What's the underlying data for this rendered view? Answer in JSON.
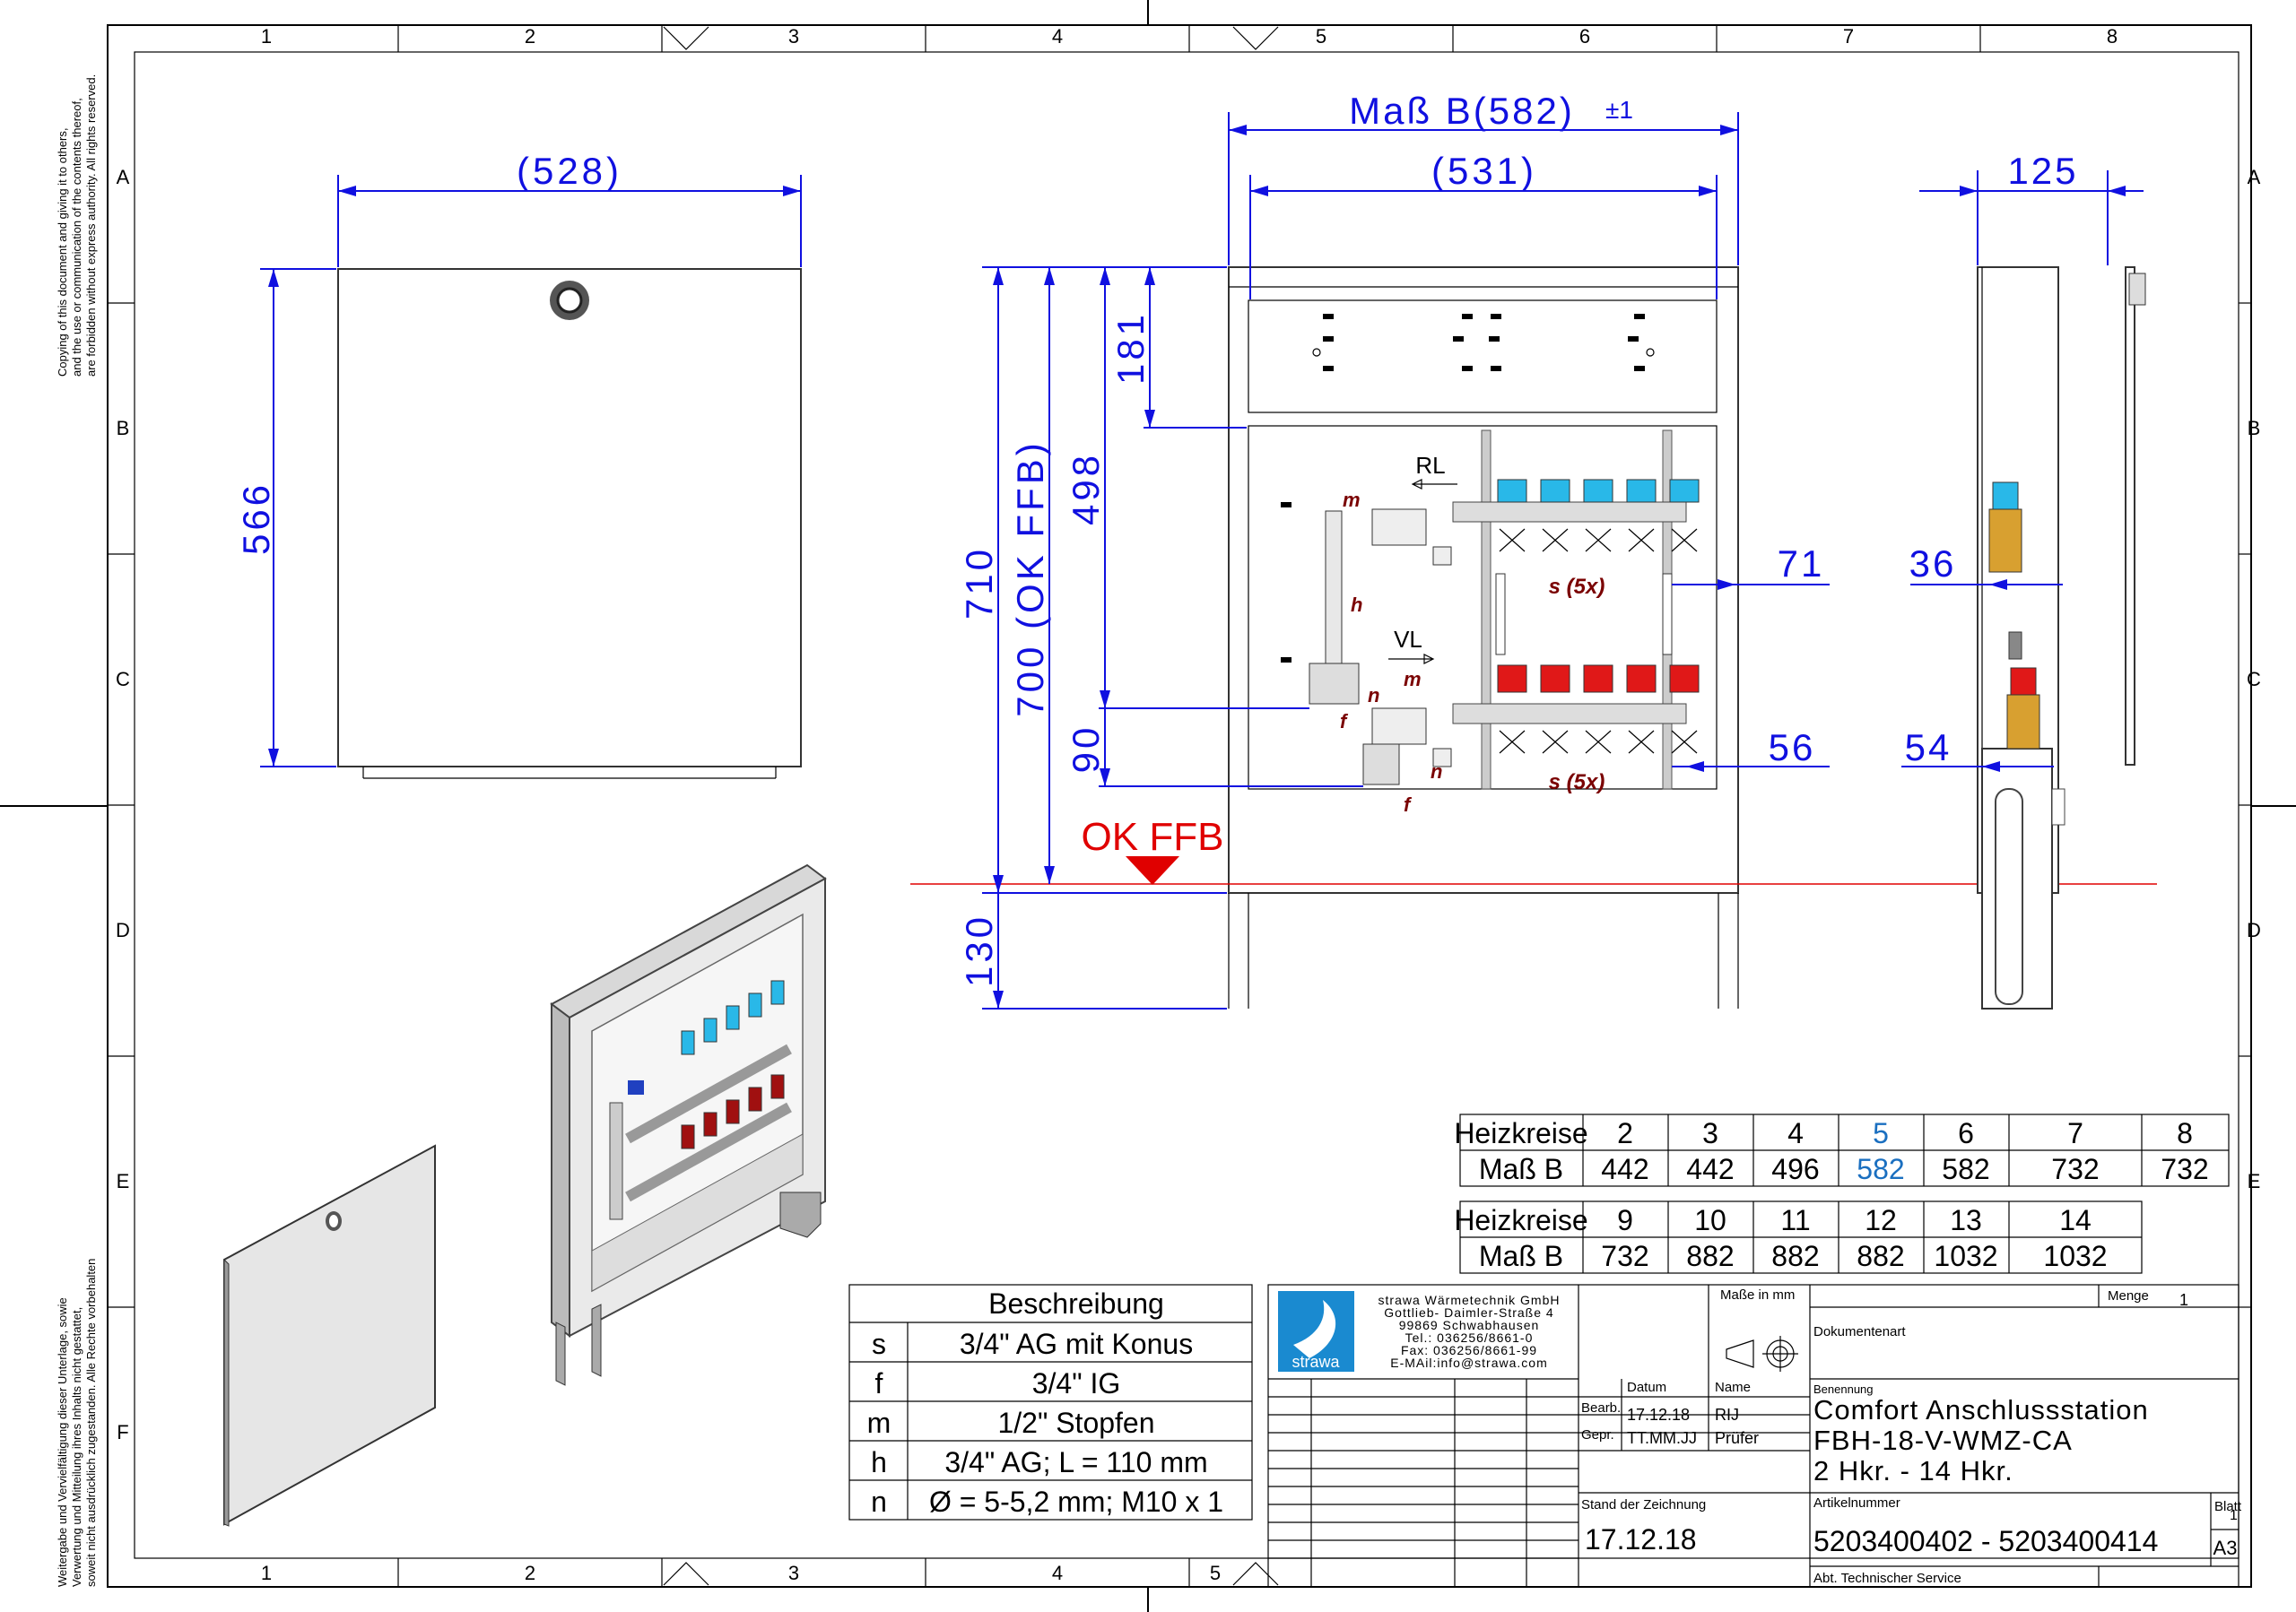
{
  "grid": {
    "cols": [
      "1",
      "2",
      "3",
      "4",
      "5",
      "6",
      "7",
      "8"
    ],
    "rows": [
      "A",
      "B",
      "C",
      "D",
      "E",
      "F"
    ]
  },
  "copyright_left_top": [
    "Copying of this document and giving it to others,",
    "and the use or communication of the contents thereof,",
    "are forbidden without express authority. All rights reserved."
  ],
  "copyright_left_bottom": [
    "Weitergabe und Vervielfältigung dieser Unterlage, sowie",
    "Verwertung und Mitteilung ihres Inhalts nicht gestattet,",
    "soweit nicht ausdrücklich zugestanden. Alle Rechte vorbehalten"
  ],
  "dims": {
    "front_width": "(528)",
    "front_height": "566",
    "mass_b_label": "Maß B(582)",
    "mass_b_tol": "±1",
    "inner_width": "(531)",
    "depth": "125",
    "h181": "181",
    "h498": "498",
    "h710": "710",
    "h700": "700 (OK FFB)",
    "h90": "90",
    "h130": "130",
    "d71": "71",
    "d56": "56",
    "d36": "36",
    "d54": "54"
  },
  "labels": {
    "ok_ffb": "OK FFB",
    "rl": "RL",
    "vl": "VL",
    "s5x": "s (5x)",
    "m": "m",
    "h": "h",
    "f": "f",
    "n": "n"
  },
  "table1": {
    "row1_label": "Heizkreise",
    "row2_label": "Maß B",
    "heizkreise": [
      "2",
      "3",
      "4",
      "5",
      "6",
      "7",
      "8"
    ],
    "mass_b": [
      "442",
      "442",
      "496",
      "582",
      "582",
      "732",
      "732"
    ],
    "highlight_color": "#1a6fc0"
  },
  "table2": {
    "row1_label": "Heizkreise",
    "row2_label": "Maß B",
    "heizkreise": [
      "9",
      "10",
      "11",
      "12",
      "13",
      "14"
    ],
    "mass_b": [
      "732",
      "882",
      "882",
      "882",
      "1032",
      "1032"
    ]
  },
  "legend": {
    "title": "Beschreibung",
    "rows": [
      {
        "key": "s",
        "desc": "3/4\" AG mit Konus"
      },
      {
        "key": "f",
        "desc": "3/4\" IG"
      },
      {
        "key": "m",
        "desc": "1/2\" Stopfen"
      },
      {
        "key": "h",
        "desc": "3/4\" AG; L = 110 mm"
      },
      {
        "key": "n",
        "desc": "Ø = 5-5,2 mm; M10 x 1"
      }
    ]
  },
  "title_block": {
    "company_lines": [
      "strawa Wärmetechnik GmbH",
      "Gottlieb- Daimler-Straße 4",
      "99869 Schwabhausen",
      "Tel.: 036256/8661-0",
      "Fax: 036256/8661-99",
      "E-MAil:info@strawa.com"
    ],
    "logo_text": "strawa",
    "logo_color": "#1a8ad0",
    "masse_in_mm": "Maße in mm",
    "menge_label": "Menge",
    "menge_value": "1",
    "dokumentenart": "Dokumentenart",
    "datum": "Datum",
    "name": "Name",
    "benennung": "Benennung",
    "bearb": "Bearb.",
    "bearb_date": "17.12.18",
    "bearb_name": "RIJ",
    "gepr": "Gepr.",
    "gepr_date": "TT.MM.JJ",
    "gepr_name": "Prüfer",
    "title_lines": [
      "Comfort Anschlussstation",
      "FBH-18-V-WMZ-CA",
      "2 Hkr. - 14 Hkr."
    ],
    "stand_label": "Stand der Zeichnung",
    "stand_value": "17.12.18",
    "artikel_label": "Artikelnummer",
    "artikel_value": "5203400402 - 5203400414",
    "blatt_label": "Blatt",
    "blatt_value": "1",
    "format": "A3",
    "abt": "Abt. Technischer Service"
  }
}
